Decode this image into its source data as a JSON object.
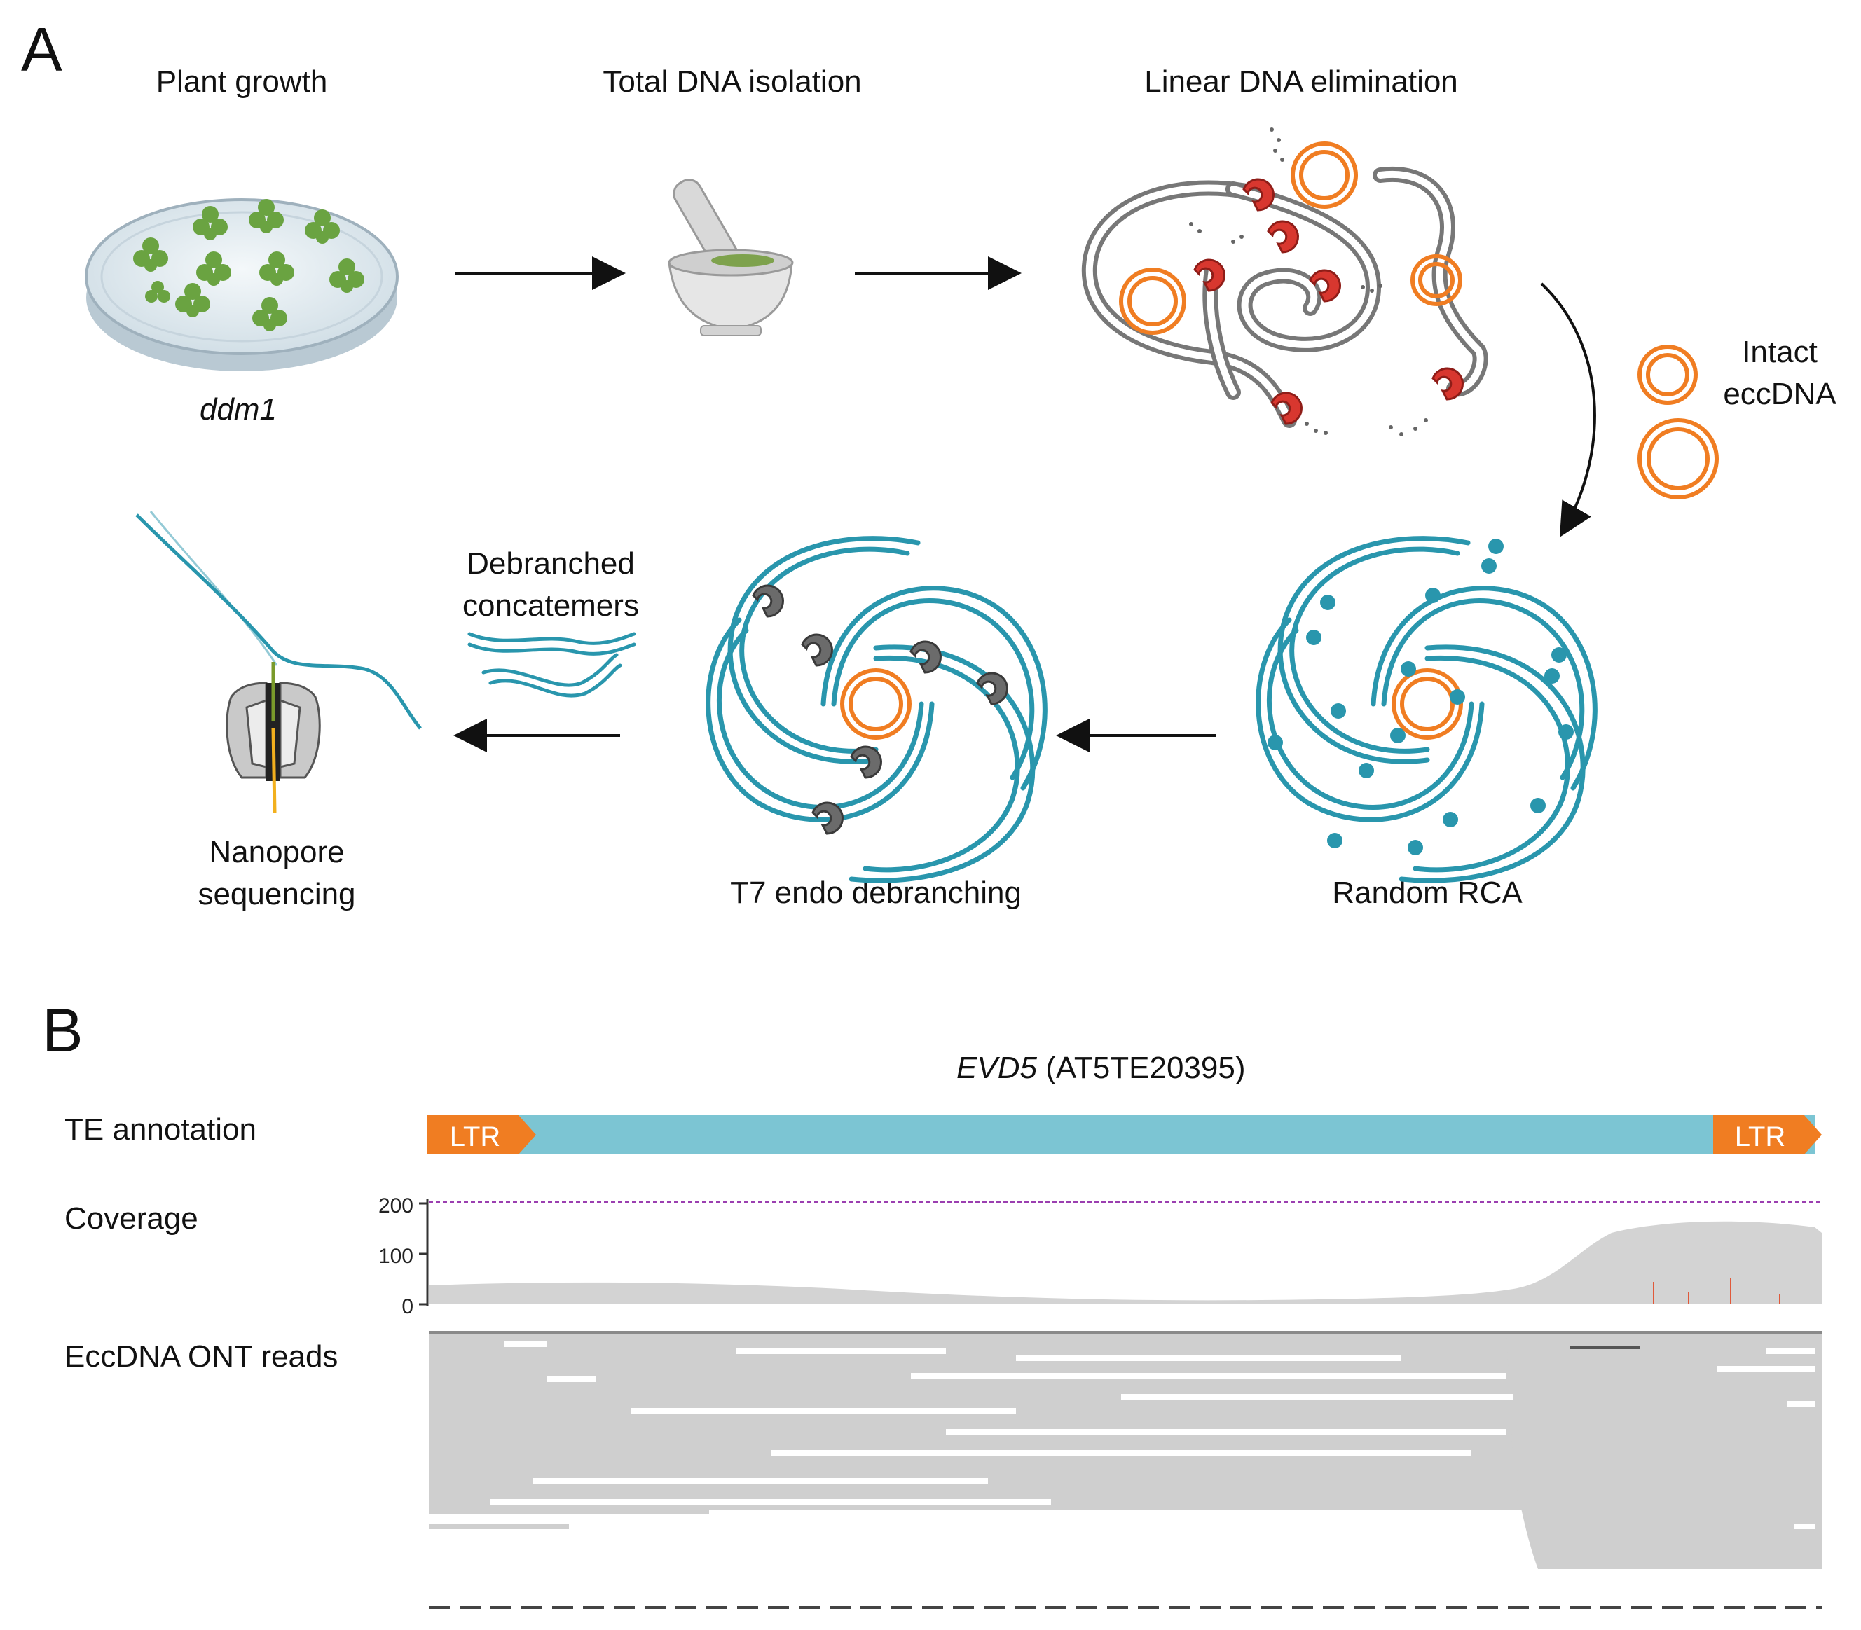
{
  "panel_a": {
    "letter": "A",
    "steps": {
      "plant_growth": "Plant growth",
      "genotype": "ddm1",
      "dna_isolation": "Total DNA isolation",
      "linear_elimination": "Linear DNA elimination",
      "intact_line1": "Intact",
      "intact_line2": "eccDNA",
      "random_rca": "Random RCA",
      "t7_debranching": "T7 endo debranching",
      "debranched_line1": "Debranched",
      "debranched_line2": "concatemers",
      "nanopore_line1": "Nanopore",
      "nanopore_line2": "sequencing"
    }
  },
  "panel_b": {
    "letter": "B",
    "gene_name": "EVD5",
    "gene_id": "(AT5TE20395)",
    "track_te": "TE annotation",
    "track_coverage": "Coverage",
    "track_reads": "EccDNA ONT reads",
    "ltr_left": "LTR",
    "ltr_right": "LTR",
    "coverage_ticks": [
      "200",
      "100",
      "0"
    ]
  },
  "colors": {
    "orange": "#f07d22",
    "teal": "#2996ad",
    "te_body": "#7cc5d3",
    "grey_dna": "#8a8a8a",
    "red_enzyme": "#d8372f",
    "read_grey": "#cfcfcf",
    "coverage_grey": "#d3d3d3",
    "purple_line": "#9b3fb0"
  }
}
